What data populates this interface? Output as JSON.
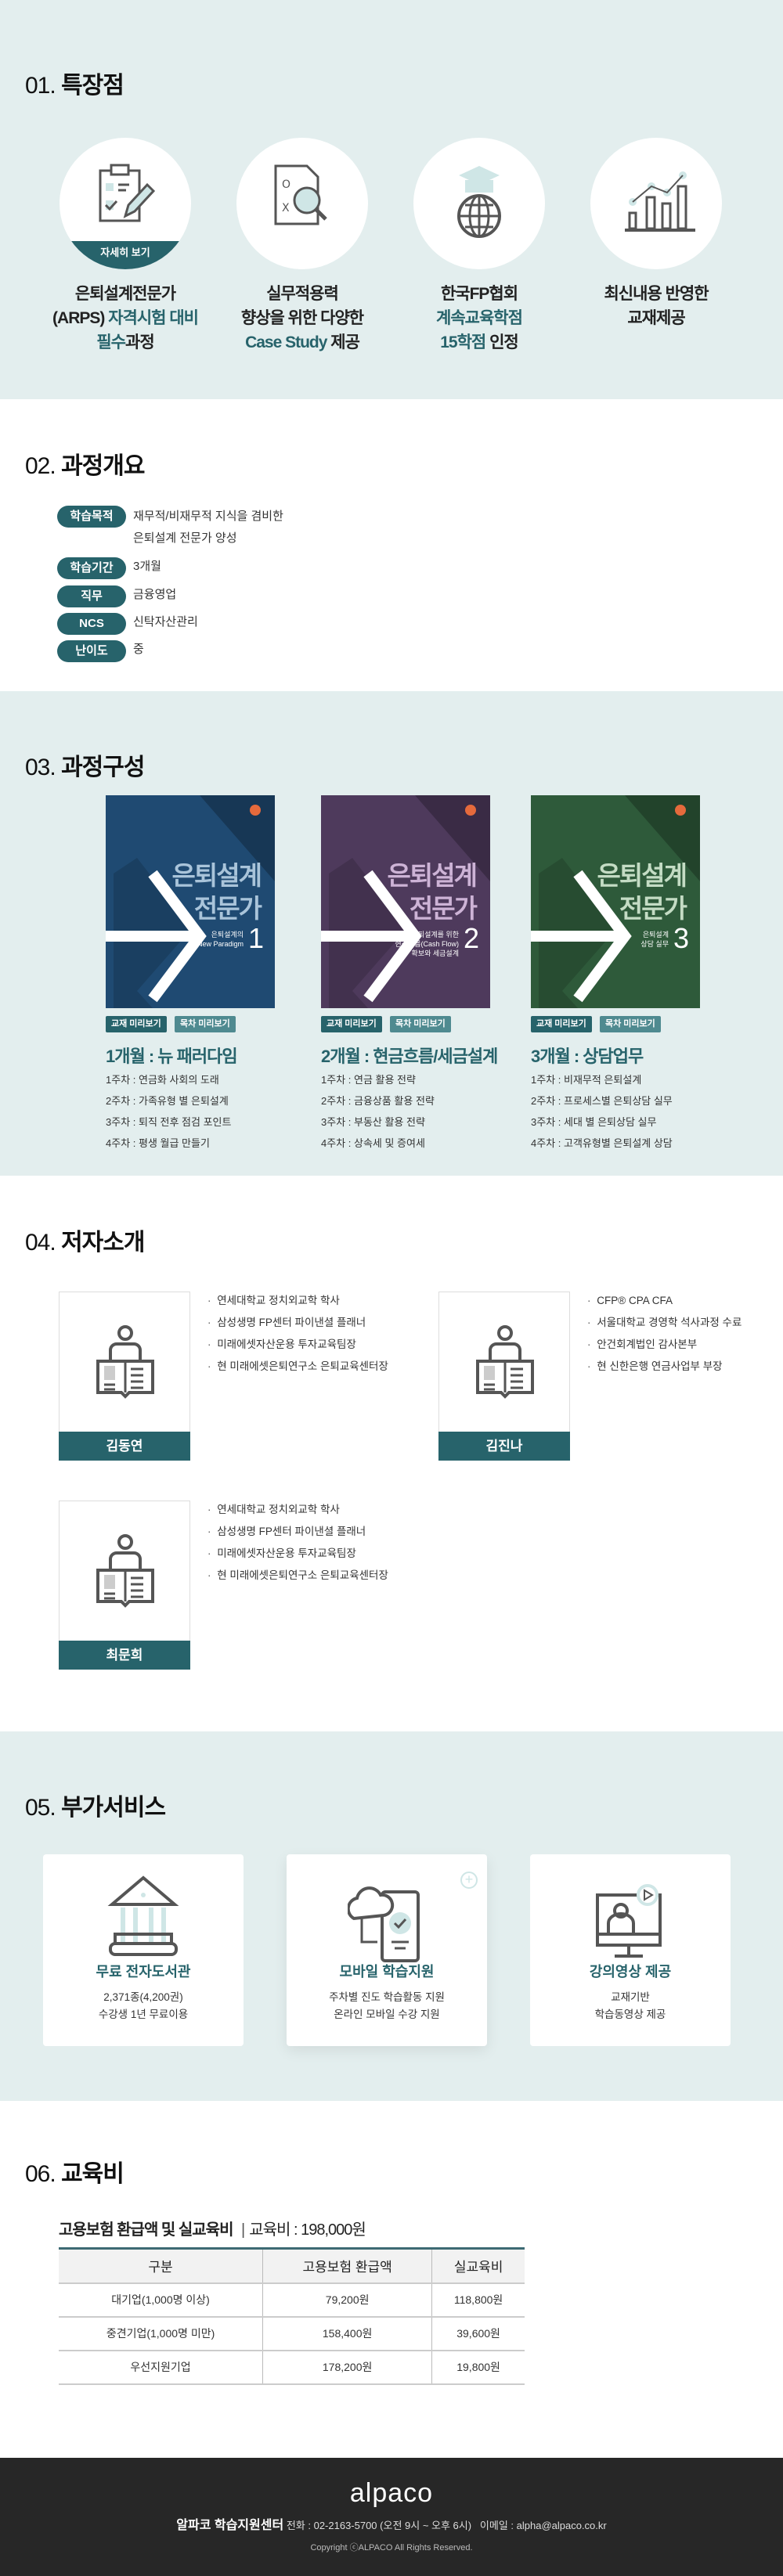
{
  "features": {
    "num": "01.",
    "title": "특장점",
    "more_label": "자세히 보기",
    "items": [
      {
        "icon": "clipboard-pencil-icon",
        "line1": "은퇴설계전문가",
        "line2_a": "(ARPS) ",
        "line2_b": "자격시험 대비",
        "line3_a": "필수",
        "line3_b": "과정"
      },
      {
        "icon": "document-magnifier-icon",
        "line1": "실무적용력",
        "line2": "향상을 위한 다양한",
        "line3_a": "Case Study",
        "line3_b": " 제공"
      },
      {
        "icon": "graduation-globe-icon",
        "line1": "한국FP협회",
        "line2": "계속교육학점",
        "line3_a": "15학점",
        "line3_b": " 인정"
      },
      {
        "icon": "bar-chart-icon",
        "line1": "최신내용 반영한",
        "line2": "교재제공"
      }
    ]
  },
  "overview": {
    "num": "02.",
    "title": "과정개요",
    "rows": [
      {
        "label": "학습목적",
        "value": "재무적/비재무적 지식을 겸비한",
        "value2": "은퇴설계 전문가 양성"
      },
      {
        "label": "학습기간",
        "value": "3개월"
      },
      {
        "label": "직무",
        "value": "금융영업"
      },
      {
        "label": "NCS",
        "value": "신탁자산관리"
      },
      {
        "label": "난이도",
        "value": "중"
      }
    ]
  },
  "curriculum": {
    "num": "03.",
    "title": "과정구성",
    "btn_book": "교재 미리보기",
    "btn_toc": "목차 미리보기",
    "books": [
      {
        "cover_title1": "은퇴설계",
        "cover_title2": "전문가",
        "cover_sub": "은퇴설계의\nNew Paradigm",
        "cover_no": "1",
        "color": "#1f4a72",
        "text_color": "#a9c4da",
        "month": "1개월 : 뉴 패러다임",
        "weeks": [
          "1주차 : 연금화 사회의 도래",
          "2주차 : 가족유형 별 은퇴설계",
          "3주차 : 퇴직 전후 점검 포인트",
          "4주차 : 평생 월급 만들기"
        ]
      },
      {
        "cover_title1": "은퇴설계",
        "cover_title2": "전문가",
        "cover_sub": "은퇴설계를 위한\n현금흐름(Cash Flow)\n확보와 세금설계",
        "cover_no": "2",
        "color": "#4e3a5c",
        "text_color": "#cdb3d6",
        "month": "2개월 : 현금흐름/세금설계",
        "weeks": [
          "1주차 : 연금 활용 전략",
          "2주차 : 금융상품 활용 전략",
          "3주차 : 부동산 활용 전략",
          "4주차 : 상속세 및 증여세"
        ]
      },
      {
        "cover_title1": "은퇴설계",
        "cover_title2": "전문가",
        "cover_sub": "은퇴설계\n상담 실무",
        "cover_no": "3",
        "color": "#2e5a3a",
        "text_color": "#c4dcc4",
        "month": "3개월 : 상담업무",
        "weeks": [
          "1주차 : 비재무적 은퇴설계",
          "2주차 : 프로세스별 은퇴상담 실무",
          "3주차 : 세대 별 은퇴상담 실무",
          "4주차 : 고객유형별 은퇴설계 상담"
        ]
      }
    ]
  },
  "authors": {
    "num": "04.",
    "title": "저자소개",
    "list": [
      {
        "name": "김동연",
        "career": [
          "연세대학교 정치외교학 학사",
          "삼성생명 FP센터 파이낸셜 플래너",
          "미래에셋자산운용 투자교육팀장",
          "현 미래에셋은퇴연구소 은퇴교육센터장"
        ]
      },
      {
        "name": "김진나",
        "career": [
          "CFP® CPA CFA",
          "서울대학교 경영학 석사과정 수료",
          "안건회계법인 감사본부",
          "현 신한은행 연금사업부 부장"
        ]
      },
      {
        "name": "최문희",
        "career": [
          "연세대학교 정치외교학 학사",
          "삼성생명 FP센터 파이낸셜 플래너",
          "미래에셋자산운용 투자교육팀장",
          "현 미래에셋은퇴연구소 은퇴교육센터장"
        ]
      }
    ]
  },
  "services": {
    "num": "05.",
    "title": "부가서비스",
    "items": [
      {
        "icon": "library-icon",
        "title": "무료 전자도서관",
        "desc1": "2,371종(4,200권)",
        "desc2": "수강생 1년 무료이용"
      },
      {
        "icon": "mobile-cloud-icon",
        "title": "모바일 학습지원",
        "desc1": "주차별 진도 학습활동 지원",
        "desc2": "온라인 모바일 수강 지원"
      },
      {
        "icon": "video-lecture-icon",
        "title": "강의영상 제공",
        "desc1": "교재기반",
        "desc2": "학습동영상 제공"
      }
    ]
  },
  "fee": {
    "num": "06.",
    "title": "교육비",
    "subtitle": "고용보험 환급액 및 실교육비",
    "fee_label": "교육비 : 198,000원",
    "headers": [
      "구분",
      "고용보험 환급액",
      "실교육비"
    ],
    "rows": [
      [
        "대기업(1,000명 이상)",
        "79,200원",
        "118,800원"
      ],
      [
        "중견기업(1,000명 미만)",
        "158,400원",
        "39,600원"
      ],
      [
        "우선지원기업",
        "178,200원",
        "19,800원"
      ]
    ]
  },
  "footer": {
    "logo": "alpaco",
    "center": "알파코 학습지원센터",
    "phone": "전화 : 02-2163-5700 (오전 9시 ~ 오후 6시)",
    "email": "이메일 : alpha@alpaco.co.kr",
    "copyright": "Copyright ⓒALPACO All Rights Reserved."
  }
}
